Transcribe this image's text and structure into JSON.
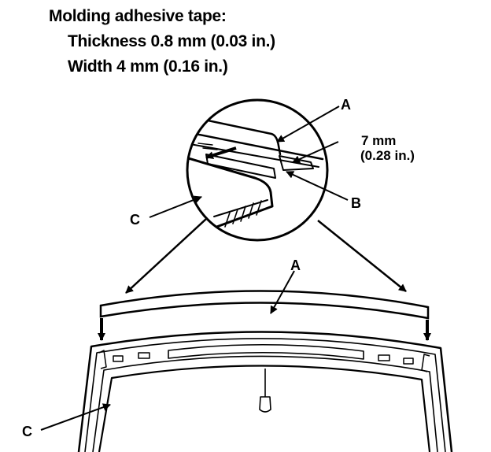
{
  "header": {
    "title": "Molding adhesive tape:",
    "thickness": "Thickness 0.8 mm (0.03 in.)",
    "width": "Width 4 mm (0.16 in.)"
  },
  "callouts": {
    "a_detail": "A",
    "b_detail": "B",
    "c_detail": "C",
    "dim_mm": "7 mm",
    "dim_in": "(0.28 in.)",
    "a_main": "A",
    "c_main": "C"
  }
}
